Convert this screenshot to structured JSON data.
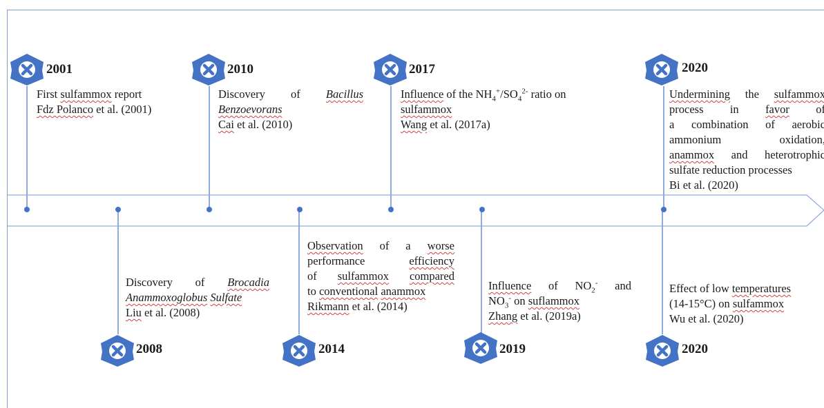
{
  "colors": {
    "accent": "#4472c4",
    "line": "#8faadc",
    "frame": "#7f9fcf",
    "squiggle": "#d04040"
  },
  "icon": "x-mark-diamond-icon",
  "events": [
    {
      "year": "2001",
      "lines": [
        "First sulfammox report",
        "Fdz Polanco et al. (2001)"
      ]
    },
    {
      "year": "2010",
      "lines": [
        "Discovery of Bacillus",
        "Benzoevorans",
        "Cai et al. (2010)"
      ]
    },
    {
      "year": "2017",
      "lines": [
        "Influence of the NH4+/SO42- ratio on",
        "sulfammox",
        "Wang et al. (2017a)"
      ]
    },
    {
      "year": "2020",
      "lines": [
        "Undermining the sulfammox",
        "process in favor of",
        "a combination of aerobic",
        "ammonium oxidation,",
        "anammox and heterotrophic",
        "sulfate reduction processes",
        "Bi et al. (2020)"
      ]
    },
    {
      "year": "2008",
      "lines": [
        "Discovery of Brocadia",
        "Anammoxoglobus Sulfate",
        "Liu et al. (2008)"
      ]
    },
    {
      "year": "2014",
      "lines": [
        "Observation of a worse",
        "performance efficiency",
        "of sulfammox compared",
        "to conventional anammox",
        "Rikmann et al. (2014)"
      ]
    },
    {
      "year": "2019",
      "lines": [
        "Influence of NO2- and",
        "NO3- on suflammox",
        "Zhang et al. (2019a)"
      ]
    },
    {
      "year": "2020",
      "lines": [
        "Effect of low temperatures",
        "(14-15°C) on sulfammox",
        "Wu et al. (2020)"
      ]
    }
  ]
}
